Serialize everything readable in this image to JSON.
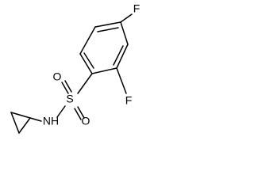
{
  "molecule": {
    "atoms": {
      "f_top": "F",
      "f_ortho": "F",
      "s": "S",
      "o_left": "O",
      "o_right": "O",
      "nh": "NH"
    }
  }
}
